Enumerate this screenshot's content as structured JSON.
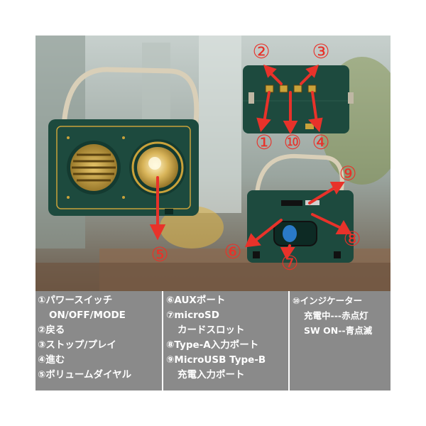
{
  "markers": {
    "m1": "①",
    "m2": "②",
    "m3": "③",
    "m4": "④",
    "m5": "⑤",
    "m6": "⑥",
    "m7": "⑦",
    "m8": "⑧",
    "m9": "⑨",
    "m10": "⑩"
  },
  "legend": {
    "col1": [
      "①パワースイッチ",
      "ON/OFF/MODE",
      "②戻る",
      "③ストップ/プレイ",
      "④進む",
      "⑤ボリュームダイヤル"
    ],
    "col2": [
      "⑥AUXポート",
      "⑦microSD",
      "カードスロット",
      "⑧Type-A入力ポート",
      "⑨MicroUSB Type-B",
      "充電入力ポート"
    ],
    "col3": [
      "⑩インジケーター",
      "充電中---赤点灯",
      "SW ON--青点滅"
    ]
  },
  "colors": {
    "speaker_body": "#1d4a3e",
    "accent_gold": "#c9a23a",
    "arrow_red": "#e8322a",
    "legend_bg": "#8a8a8a"
  }
}
